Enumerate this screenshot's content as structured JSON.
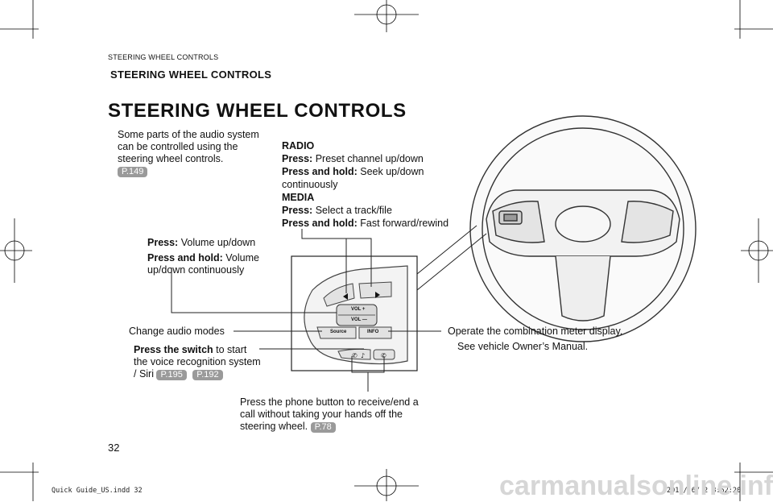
{
  "header": {
    "running_head": "STEERING WHEEL CONTROLS",
    "section_title": "STEERING WHEEL CONTROLS",
    "page_title": "STEERING WHEEL CONTROLS"
  },
  "intro": {
    "text": "Some parts of the audio system can be controlled using the steering wheel controls.",
    "ref": "P.149"
  },
  "radio_media": {
    "radio_label": "RADIO",
    "press_label": "Press:",
    "radio_press": "Preset channel up/down",
    "press_hold_label": "Press and hold:",
    "radio_hold": "Seek up/down continuously",
    "media_label": "MEDIA",
    "media_press": "Select a track/file",
    "media_hold": "Fast forward/rewind"
  },
  "volume": {
    "press_label": "Press:",
    "press_text": "Volume up/down",
    "hold_label": "Press and hold:",
    "hold_text": "Volume up/down continuously"
  },
  "source": {
    "text": "Change audio modes"
  },
  "voice": {
    "bold": "Press the switch",
    "text": "to start the voice recognition system / Siri",
    "ref1": "P.195",
    "ref2": "P.192"
  },
  "info": {
    "line1": "Operate the combination meter display.",
    "line2": "See vehicle Owner’s Manual."
  },
  "phone": {
    "text": "Press the phone button to receive/end a call without taking your hands off the steering wheel.",
    "ref": "P.78"
  },
  "switch_labels": {
    "vol_plus": "VOL +",
    "vol_minus": "VOL —",
    "source": "Source",
    "info": "INFO"
  },
  "footer": {
    "page_number": "32",
    "slug_file": "Quick Guide_US.indd   32",
    "slug_date": "2015/ 6/ 2   8:52:20",
    "watermark": "carmanualsonline.info"
  },
  "colors": {
    "ref_badge": "#9a9a9a",
    "watermark": "#d6d6d6"
  }
}
